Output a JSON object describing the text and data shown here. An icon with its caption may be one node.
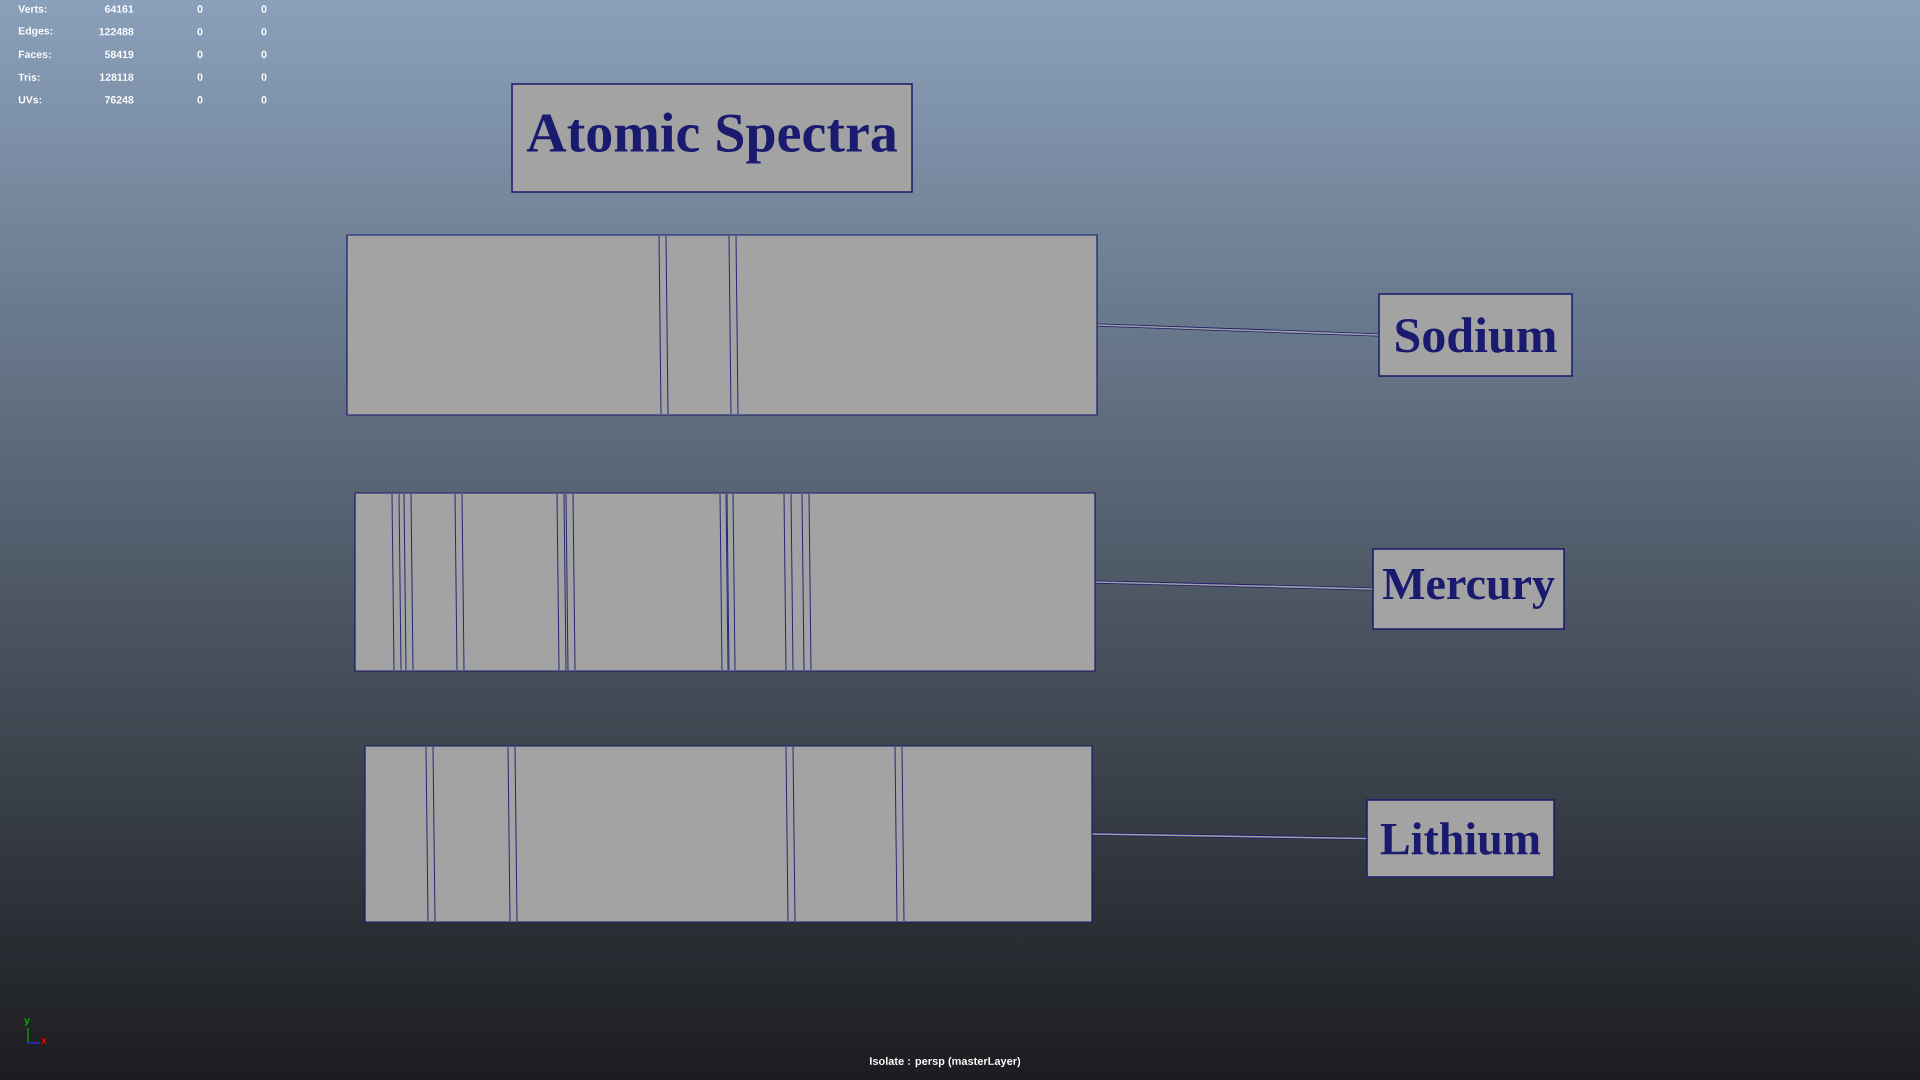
{
  "diagram": {
    "nodes": [
      {
        "text": [
          "Atomic Spectra"
        ]
      },
      {
        "text": [],
        "shape": "bar"
      },
      {
        "text": [
          "Sodium"
        ]
      },
      {
        "text": [],
        "shape": "bar"
      },
      {
        "text": [
          "Mercury"
        ]
      },
      {
        "text": [],
        "shape": "bar"
      },
      {
        "text": [
          "Lithium"
        ]
      }
    ],
    "edges": [
      {
        "from": 1,
        "to": 2,
        "arrow": "none"
      },
      {
        "from": 3,
        "to": 4,
        "arrow": "none"
      },
      {
        "from": 5,
        "to": 6,
        "arrow": "none"
      }
    ],
    "labels": [
      "Verts:",
      "64161",
      "0",
      "0",
      "Edges:",
      "122488",
      "0",
      "0",
      "Faces:",
      "58419",
      "0",
      "0",
      "Tris:",
      "128118",
      "0",
      "0",
      "UVs:",
      "76248",
      "0",
      "0",
      "y",
      "x",
      "Isolate : persp (masterLayer)"
    ]
  }
}
